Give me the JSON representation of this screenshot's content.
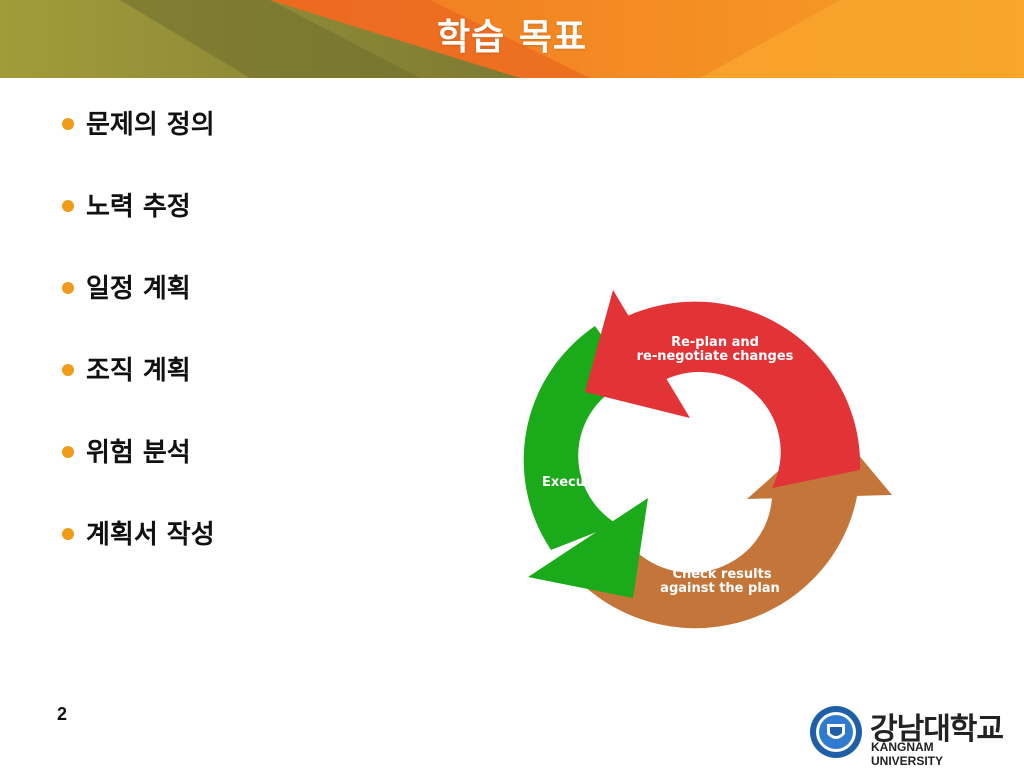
{
  "slide": {
    "title": "학습 목표",
    "page_number": "2"
  },
  "objectives": [
    "문제의 정의",
    "노력 추정",
    "일정 계획",
    "조직 계획",
    "위험 분석",
    "계획서 작성"
  ],
  "cycle_diagram": {
    "replan_line1": "Re-plan and",
    "replan_line2": "re-negotiate changes",
    "execute": "Execute",
    "check_line1": "Check results",
    "check_line2": "against the plan"
  },
  "logo": {
    "korean": "강남대학교",
    "english": "KANGNAM UNIVERSITY"
  },
  "colors": {
    "banner_olive": "#8b8a3a",
    "banner_orange": "#f07a24",
    "bullet": "#f29a1a",
    "arrow_red": "#e23337",
    "arrow_green": "#1aaa1a",
    "arrow_brown": "#c4763a"
  }
}
